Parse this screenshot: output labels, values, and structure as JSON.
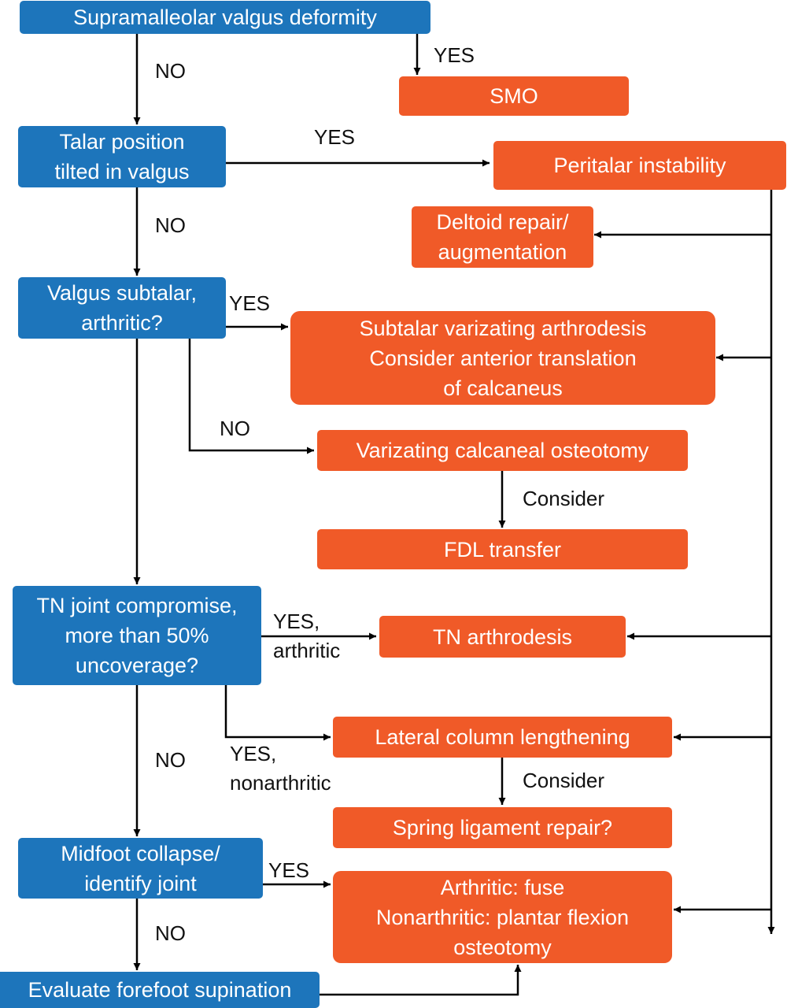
{
  "colors": {
    "decision": "#1d75bb",
    "action": "#f05a28",
    "line": "#000000"
  },
  "nodes": {
    "supramalleolar": "Supramalleolar valgus deformity",
    "smo": "SMO",
    "talar": "Talar position\ntilted in valgus",
    "peritalar": "Peritalar instability",
    "deltoid": "Deltoid repair/\naugmentation",
    "valgus_subtalar": "Valgus subtalar,\narthritic?",
    "subtalar_arthrodesis": "Subtalar varizating arthrodesis\nConsider anterior translation\nof calcaneus",
    "varizating_osteotomy": "Varizating calcaneal osteotomy",
    "fdl": "FDL transfer",
    "tn_joint": "TN joint compromise,\nmore than 50%\nuncoverage?",
    "tn_arthrodesis": "TN arthrodesis",
    "lateral_column": "Lateral column lengthening",
    "spring_ligament": "Spring ligament repair?",
    "midfoot": "Midfoot collapse/\nidentify joint",
    "arthritic_fuse": "Arthritic: fuse\nNonarthritic: plantar flexion\nosteotomy",
    "forefoot": "Evaluate forefoot supination"
  },
  "edge_labels": {
    "no_1": "NO",
    "yes_smo": "YES",
    "yes_peritalar": "YES",
    "no_2": "NO",
    "yes_subtalar": "YES",
    "no_osteotomy": "NO",
    "consider_fdl": "Consider",
    "yes_arthritic": "YES,\narthritic",
    "yes_nonarthritic": "YES,\nnonarthritic",
    "consider_spring": "Consider",
    "no_3": "NO",
    "yes_midfoot": "YES",
    "no_4": "NO"
  }
}
